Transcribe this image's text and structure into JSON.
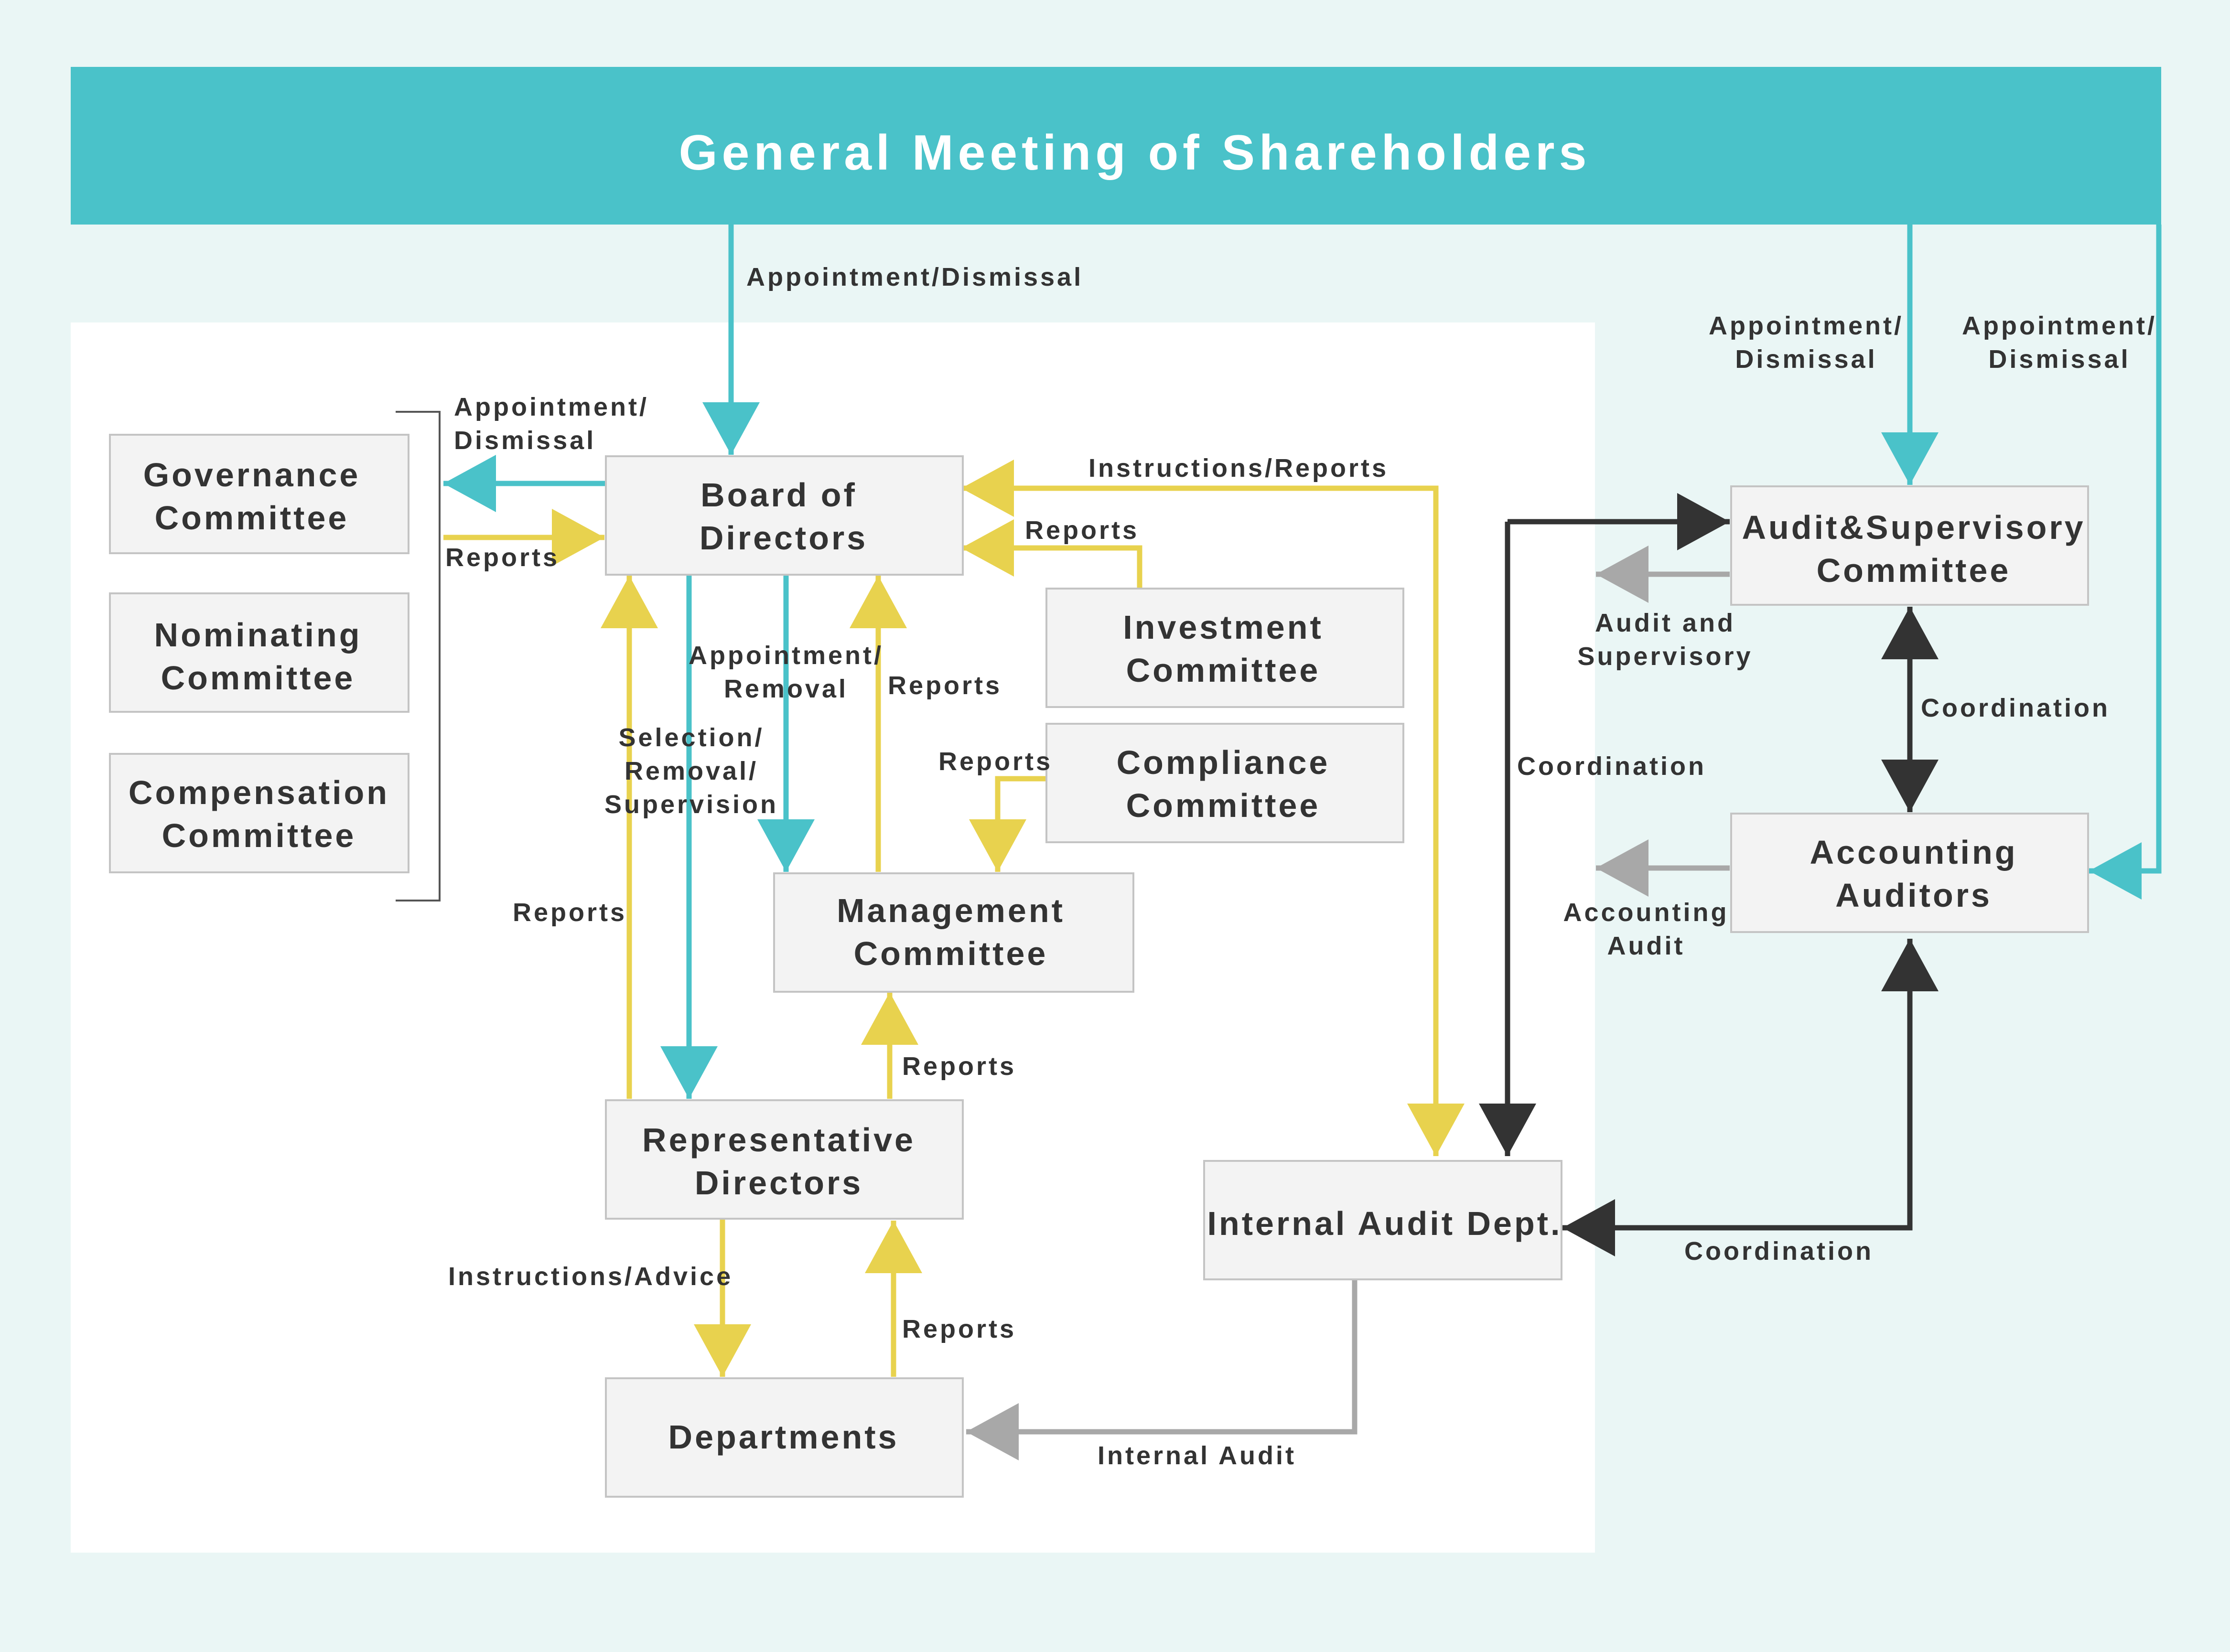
{
  "header": {
    "title": "General Meeting of Shareholders"
  },
  "colors": {
    "teal": "#4ac2c9",
    "yellow": "#e8d24e",
    "dark": "#333333",
    "gray": "#a8a8a8",
    "box_fill": "#f3f3f3",
    "box_border": "#c4c4c4",
    "panel": "#ffffff",
    "background": "#eaf6f5"
  },
  "boxes": {
    "governance": [
      "Governance",
      "Committee"
    ],
    "nominating": [
      "Nominating",
      "Committee"
    ],
    "compensation": [
      "Compensation",
      "Committee"
    ],
    "board": [
      "Board of",
      "Directors"
    ],
    "investment": [
      "Investment",
      "Committee"
    ],
    "compliance": [
      "Compliance",
      "Committee"
    ],
    "management": [
      "Management",
      "Committee"
    ],
    "representative": [
      "Representative",
      "Directors"
    ],
    "departments": [
      "Departments"
    ],
    "internal_audit": [
      "Internal Audit Dept."
    ],
    "audit_supervisory": [
      "Audit&Supervisory",
      "Committee"
    ],
    "accounting_auditors": [
      "Accounting",
      "Auditors"
    ]
  },
  "labels": {
    "gm_to_board": [
      "Appointment/Dismissal"
    ],
    "gm_to_audit_committee": [
      "Appointment/",
      "Dismissal"
    ],
    "gm_to_accounting": [
      "Appointment/",
      "Dismissal"
    ],
    "board_to_committees": [
      "Appointment/",
      "Dismissal"
    ],
    "committees_to_board": [
      "Reports"
    ],
    "board_internal_audit": [
      "Instructions/Reports"
    ],
    "investment_to_board": [
      "Reports"
    ],
    "board_to_management": [
      "Appointment/",
      "Removal"
    ],
    "management_to_board": [
      "Reports"
    ],
    "board_to_representative": [
      "Selection/",
      "Removal/",
      "Supervision"
    ],
    "representative_to_board": [
      "Reports"
    ],
    "compliance_to_management": [
      "Reports"
    ],
    "representative_to_management": [
      "Reports"
    ],
    "representative_to_departments": [
      "Instructions/Advice"
    ],
    "departments_to_representative": [
      "Reports"
    ],
    "internal_audit_to_departments": [
      "Internal Audit"
    ],
    "audit_committee_out": [
      "Audit and",
      "Supervisory"
    ],
    "audit_committee_accounting": [
      "Coordination"
    ],
    "audit_committee_internal_audit": [
      "Coordination"
    ],
    "accounting_out": [
      "Accounting",
      "Audit"
    ],
    "accounting_internal_audit": [
      "Coordination"
    ]
  }
}
